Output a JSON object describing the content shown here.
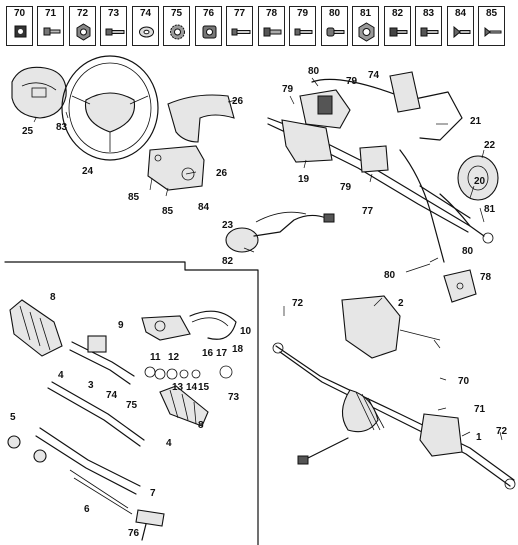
{
  "legend": [
    "70",
    "71",
    "72",
    "73",
    "74",
    "75",
    "76",
    "77",
    "78",
    "79",
    "80",
    "81",
    "82",
    "83",
    "84",
    "85"
  ],
  "callouts": {
    "c25": "25",
    "c83": "83",
    "c24": "24",
    "c26a": "26",
    "c26b": "26",
    "c85a": "85",
    "c85b": "85",
    "c84": "84",
    "c80a": "80",
    "c79a": "79",
    "c74a": "74",
    "c79b": "79",
    "c21": "21",
    "c19": "19",
    "c79c": "79",
    "c77": "77",
    "c22": "22",
    "c20": "20",
    "c81": "81",
    "c23": "23",
    "c82": "82",
    "c80b": "80",
    "c80c": "80",
    "c78": "78",
    "c8a": "8",
    "c9": "9",
    "c10": "10",
    "c11": "11",
    "c12": "12",
    "c16": "16",
    "c17": "17",
    "c18": "18",
    "c13": "13",
    "c14": "14",
    "c15": "15",
    "c73": "73",
    "c4a": "4",
    "c3": "3",
    "c74b": "74",
    "c75": "75",
    "c8b": "8",
    "c4b": "4",
    "c5": "5",
    "c6": "6",
    "c7": "7",
    "c76": "76",
    "c72a": "72",
    "c2": "2",
    "c70": "70",
    "c71": "71",
    "c1": "1",
    "c72b": "72"
  }
}
